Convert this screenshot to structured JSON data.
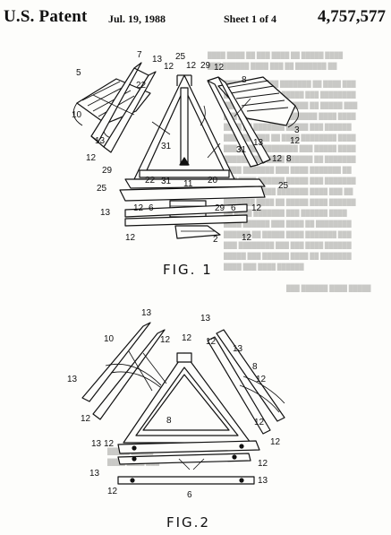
{
  "header": {
    "patent_label": "U.S. Patent",
    "date": "Jul. 19, 1988",
    "sheet": "Sheet 1 of 4",
    "patent_number": "4,757,577"
  },
  "figures": [
    {
      "label": "FIG. 1",
      "reference_numerals": [
        "7",
        "13",
        "12",
        "25",
        "12",
        "29",
        "12",
        "8",
        "5",
        "22",
        "10",
        "13",
        "31",
        "31",
        "3",
        "12",
        "12",
        "13",
        "12",
        "8",
        "29",
        "20",
        "22",
        "31",
        "11",
        "25",
        "25",
        "12",
        "6",
        "29",
        "6",
        "12",
        "13",
        "12",
        "2",
        "12"
      ]
    },
    {
      "label": "FIG.2",
      "reference_numerals": [
        "13",
        "13",
        "10",
        "12",
        "13",
        "12",
        "12",
        "13",
        "8",
        "12",
        "12",
        "8",
        "12",
        "12",
        "13",
        "12",
        "12",
        "13",
        "12",
        "6",
        "13"
      ]
    }
  ]
}
